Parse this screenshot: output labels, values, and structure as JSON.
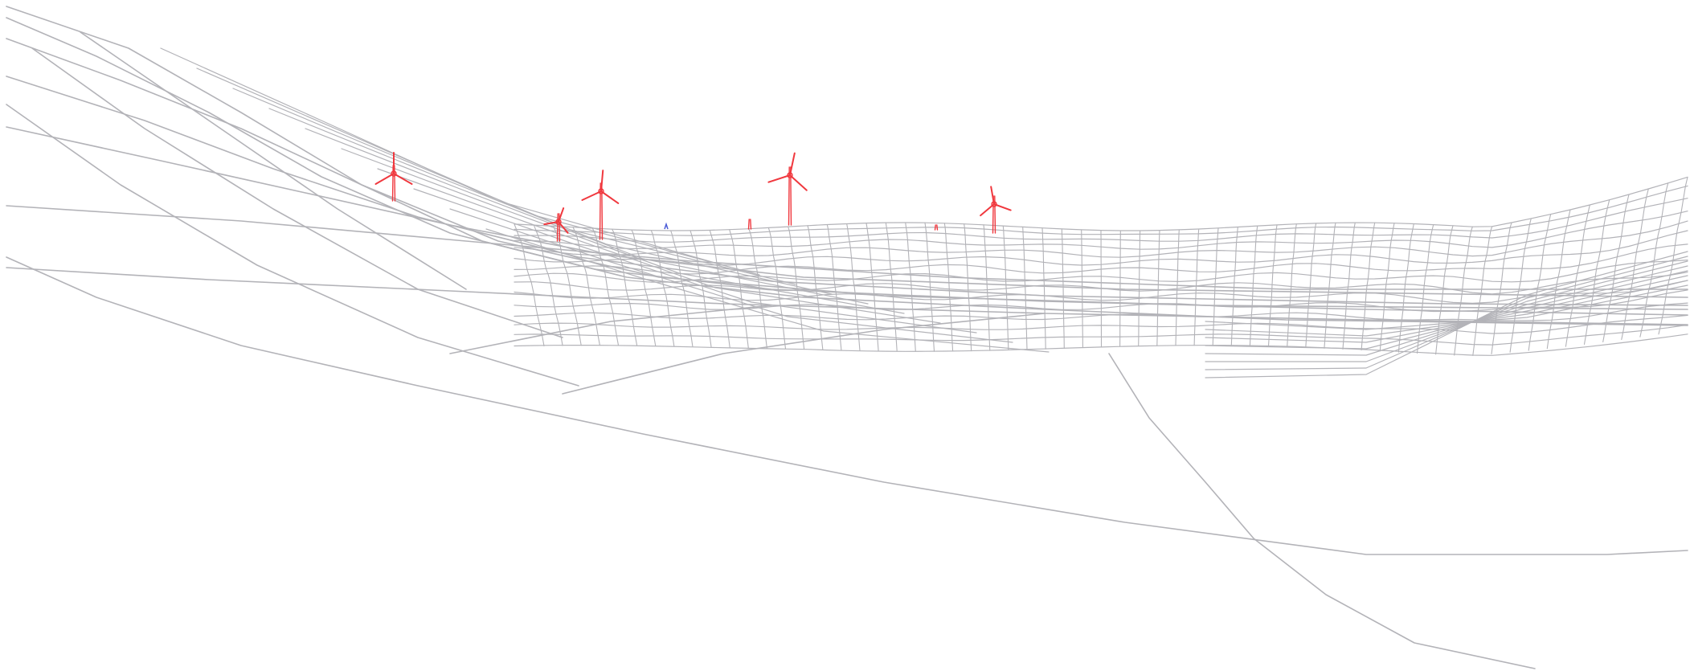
{
  "scene": {
    "background_color": "#ffffff",
    "terrain_color": "#b3b3b8",
    "turbine_color": "#f0383e",
    "marker_color": "#4a5bd6",
    "terrain_icon": "wireframe-terrain-mesh",
    "turbine_icon": "wind-turbine-icon",
    "turbine_count": 7,
    "marker_count": 1
  }
}
